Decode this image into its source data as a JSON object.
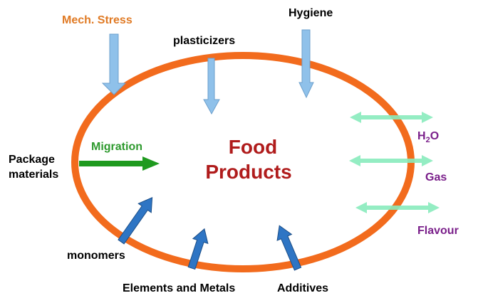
{
  "center": {
    "line1": "Food",
    "line2": "Products"
  },
  "labels": {
    "mech_stress": "Mech. Stress",
    "plasticizers": "plasticizers",
    "hygiene": "Hygiene",
    "migration": "Migration",
    "package_line1": "Package",
    "package_line2": "materials",
    "h2o_main": "H",
    "h2o_sub": "2",
    "h2o_tail": "O",
    "gas": "Gas",
    "flavour": "Flavour",
    "monomers": "monomers",
    "elements_metals": "Elements and Metals",
    "additives": "Additives"
  },
  "colors": {
    "ellipse": "#f26b1d",
    "center_text": "#b01c1c",
    "mech_stress": "#e07a24",
    "migration_text": "#2e9a2e",
    "migration_arrow": "#1f9a1f",
    "exchange_text": "#7a1f8a",
    "light_blue_arrow": "#8fc1ea",
    "dark_blue_arrow": "#2e75c4",
    "green_double_arrow": "#88ebbd"
  }
}
